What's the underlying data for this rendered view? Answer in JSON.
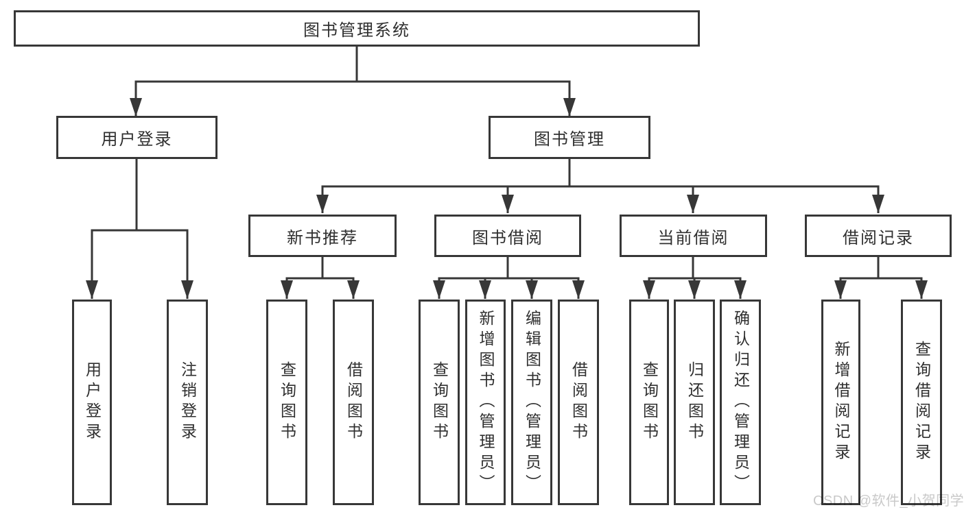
{
  "colors": {
    "line": "#373737",
    "text": "#2f2f2f",
    "box_fill": "#ffffff",
    "watermark": "#c9c9c9"
  },
  "diagram": {
    "root": {
      "label": "图书管理系统"
    },
    "branches": [
      {
        "label": "用户登录",
        "children": [
          {
            "label": "用户登录"
          },
          {
            "label": "注销登录"
          }
        ]
      },
      {
        "label": "图书管理",
        "children": [
          {
            "label": "新书推荐",
            "children": [
              {
                "label": "查询图书"
              },
              {
                "label": "借阅图书"
              }
            ]
          },
          {
            "label": "图书借阅",
            "children": [
              {
                "label": "查询图书"
              },
              {
                "label": "新增图书（管理员）"
              },
              {
                "label": "编辑图书（管理员）"
              },
              {
                "label": "借阅图书"
              }
            ]
          },
          {
            "label": "当前借阅",
            "children": [
              {
                "label": "查询图书"
              },
              {
                "label": "归还图书"
              },
              {
                "label": "确认归还（管理员）"
              }
            ]
          },
          {
            "label": "借阅记录",
            "children": [
              {
                "label": "新增借阅记录"
              },
              {
                "label": "查询借阅记录"
              }
            ]
          }
        ]
      }
    ]
  },
  "watermark": {
    "text": "CSDN @软件_小贺同学"
  }
}
